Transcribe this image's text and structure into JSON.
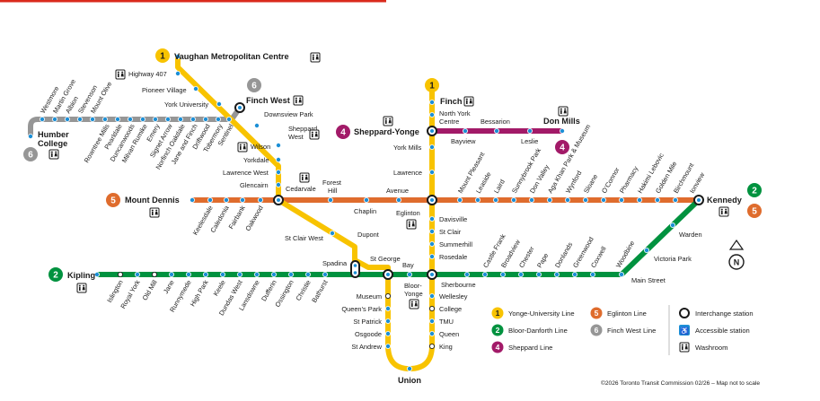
{
  "colors": {
    "line1": "#f8c300",
    "line2": "#00923f",
    "line4": "#a21a68",
    "line5": "#df6c2d",
    "line6": "#969696",
    "accessible": "#1c8fd6",
    "topbar": "#da291c"
  },
  "lines": {
    "line1": {
      "number": "1",
      "name": "Yonge-University Line"
    },
    "line2": {
      "number": "2",
      "name": "Bloor-Danforth Line"
    },
    "line4": {
      "number": "4",
      "name": "Sheppard Line"
    },
    "line5": {
      "number": "5",
      "name": "Eglinton Line"
    },
    "line6": {
      "number": "6",
      "name": "Finch West Line"
    }
  },
  "termini": {
    "vmc": "Vaughan Metropolitan Centre",
    "finch_west": "Finch West",
    "finch": "Finch",
    "humber_1": "Humber",
    "humber_2": "College",
    "sheppard_yonge": "Sheppard-Yonge",
    "don_mills": "Don Mills",
    "mount_dennis": "Mount Dennis",
    "kennedy": "Kennedy",
    "kipling": "Kipling",
    "union": "Union"
  },
  "stations": {
    "highway407": "Highway 407",
    "pioneer_village": "Pioneer Village",
    "york_university": "York University",
    "downsview_park": "Downsview Park",
    "sheppard_west_1": "Sheppard",
    "sheppard_west_2": "West",
    "wilson": "Wilson",
    "yorkdale": "Yorkdale",
    "lawrence_west": "Lawrence West",
    "glencairn": "Glencairn",
    "cedarvale": "Cedarvale",
    "st_clair_west": "St Clair West",
    "dupont": "Dupont",
    "spadina": "Spadina",
    "st_george": "St George",
    "bay": "Bay",
    "bloor_yonge_1": "Bloor-",
    "bloor_yonge_2": "Yonge",
    "museum": "Museum",
    "queens_park": "Queen’s Park",
    "st_patrick": "St Patrick",
    "osgoode": "Osgoode",
    "st_andrew": "St Andrew",
    "north_york_centre_1": "North York",
    "north_york_centre_2": "Centre",
    "york_mills": "York Mills",
    "lawrence": "Lawrence",
    "eglinton": "Eglinton",
    "davisville": "Davisville",
    "st_clair": "St Clair",
    "summerhill": "Summerhill",
    "rosedale": "Rosedale",
    "sherbourne": "Sherbourne",
    "wellesley": "Wellesley",
    "college": "College",
    "tmu": "TMU",
    "queen": "Queen",
    "king": "King",
    "bayview": "Bayview",
    "bessarion": "Bessarion",
    "leslie": "Leslie",
    "forest_hill_1": "Forest",
    "forest_hill_2": "Hill",
    "chaplin": "Chaplin",
    "avenue": "Avenue",
    "warden": "Warden",
    "victoria_park": "Victoria Park",
    "main_street": "Main Street",
    "finch_west_line": [
      "Westmore",
      "Martin Grove",
      "Albion",
      "Stevenson",
      "Mount Olive",
      "Rowntree Mills",
      "Pearldale",
      "Duncanwoods",
      "Milvan Rumike",
      "Emery",
      "Signet Arrow",
      "Norfinch Oakdale",
      "Jane and Finch",
      "Driftwood",
      "Tobermory",
      "Sentinel"
    ],
    "eglinton_west": [
      "Keelesdale",
      "Caledonia",
      "Fairbank",
      "Oakwood"
    ],
    "eglinton_east": [
      "Mount Pleasant",
      "Leaside",
      "Laird",
      "Sunnybrook Park",
      "Don Valley",
      "Aga Khan Park & Museum",
      "Wynford",
      "Sloane",
      "O’Connor",
      "Pharmacy",
      "Hakimi Lebovic",
      "Golden Mile",
      "Birchmount",
      "Ionview"
    ],
    "bloor_west": [
      "Islington",
      "Royal York",
      "Old Mill",
      "Jane",
      "Runnymede",
      "High Park",
      "Keele",
      "Dundas West",
      "Lansdowne",
      "Dufferin",
      "Ossington",
      "Christie",
      "Bathurst"
    ],
    "bloor_east": [
      "Castle Frank",
      "Broadview",
      "Chester",
      "Pape",
      "Donlands",
      "Greenwood",
      "Coxwell",
      "Woodbine"
    ]
  },
  "legend": {
    "interchange": "Interchange station",
    "accessible": "Accessible station",
    "washroom": "Washroom",
    "washroom_icon_text": "🚻",
    "accessible_icon_text": "♿"
  },
  "compass": {
    "north": "N"
  },
  "copyright": "©2026 Toronto Transit Commission 02/26 – Map not to scale"
}
